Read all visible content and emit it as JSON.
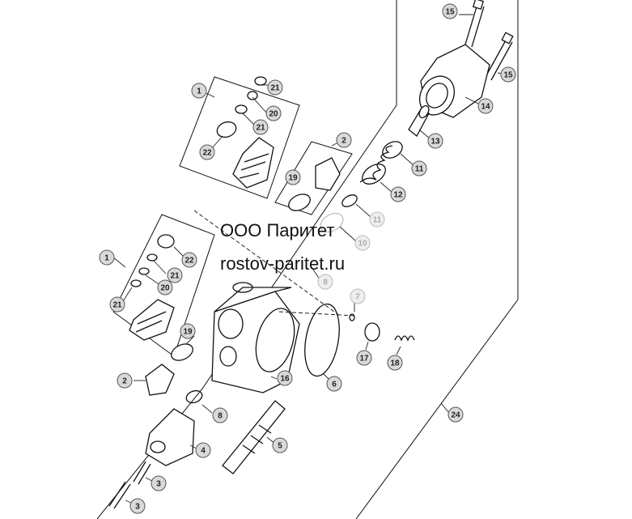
{
  "watermark": {
    "line1": "ООО Паритет",
    "line2": "rostov-paritet.ru"
  },
  "callouts": [
    {
      "label": "15"
    },
    {
      "label": "15"
    },
    {
      "label": "14"
    },
    {
      "label": "13"
    },
    {
      "label": "11"
    },
    {
      "label": "12"
    },
    {
      "label": "11"
    },
    {
      "label": "10"
    },
    {
      "label": "2"
    },
    {
      "label": "19"
    },
    {
      "label": "1"
    },
    {
      "label": "21"
    },
    {
      "label": "20"
    },
    {
      "label": "21"
    },
    {
      "label": "22"
    },
    {
      "label": "1"
    },
    {
      "label": "22"
    },
    {
      "label": "21"
    },
    {
      "label": "20"
    },
    {
      "label": "21"
    },
    {
      "label": "8"
    },
    {
      "label": "7"
    },
    {
      "label": "19"
    },
    {
      "label": "17"
    },
    {
      "label": "18"
    },
    {
      "label": "6"
    },
    {
      "label": "16"
    },
    {
      "label": "2"
    },
    {
      "label": "8"
    },
    {
      "label": "24"
    },
    {
      "label": "4"
    },
    {
      "label": "5"
    },
    {
      "label": "3"
    },
    {
      "label": "3"
    }
  ]
}
